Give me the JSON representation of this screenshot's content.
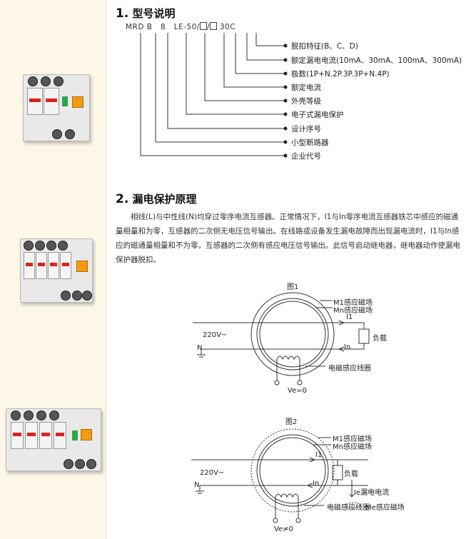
{
  "section1": {
    "number": "1.",
    "title": "型号说明"
  },
  "model_code": {
    "parts": [
      "MRD",
      "B",
      "8",
      "LE",
      "-",
      "50",
      "/",
      "/",
      "30",
      "C"
    ]
  },
  "model_labels": [
    "脱扣特征(B、C、D)",
    "额定漏电电流(10mA、30mA、100mA、300mA)",
    "极数(1P+N.2P.3P.3P+N.4P)",
    "额定电流",
    "外壳等级",
    "电子式漏电保护",
    "设计序号",
    "小型断路器",
    "企业代号"
  ],
  "section2": {
    "number": "2.",
    "title": "漏电保护原理"
  },
  "paragraph": "相线(L)与中性线(N)均穿过零序电流互感器。正常情况下，I1与In零序电流互感器铁芯中感应的磁通量相量和为零，互感器的二次侧无电压信号输出。在线路或设备发生漏电故障而出现漏电流时，I1与In感应的磁通量相量和不为零，互感器的二次侧有感应电压信号输出。此信号启动继电器，继电器动作使漏电保护器脱扣。",
  "figure1": {
    "title": "图1",
    "m1": "M1感应磁场",
    "mn": "Mn感应磁场",
    "i1": "I1",
    "in": "In",
    "load": "负载",
    "voltage": "220V~",
    "n": "N",
    "coil": "电磁感应线圈",
    "ve": "Ve=0"
  },
  "figure2": {
    "title": "图2",
    "m1": "M1感应磁场",
    "mn": "Mn感应磁场",
    "i1": "I1",
    "in": "In",
    "load": "负载",
    "voltage": "220V~",
    "n": "N",
    "coil": "电磁感应线圈",
    "ve": "Ve≠0",
    "leak": "Ie漏电电流",
    "me": "Me感应磁场"
  },
  "colors": {
    "left_panel": "#fdf7e8",
    "accent_orange": "#f39c12",
    "pole_red": "#d22"
  }
}
